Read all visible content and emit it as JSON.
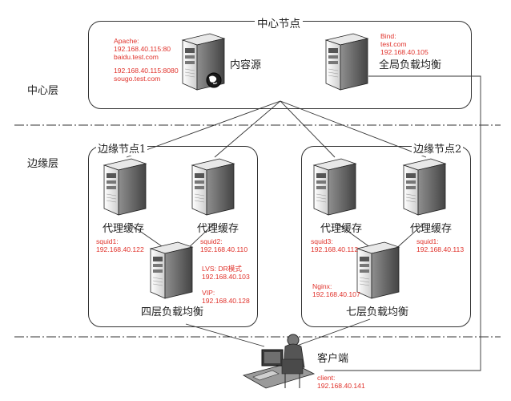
{
  "title": "中心节点",
  "layers": {
    "center": "中心层",
    "edge": "边缘层"
  },
  "center_node": {
    "apache": [
      "Apache:",
      "192.168.40.115:80",
      "baidu.test.com",
      "",
      "192.168.40.115:8080",
      "sougo.test.com"
    ],
    "content_source_label": "内容源",
    "bind": [
      "Bind:",
      "test.com",
      "192.168.40.105"
    ],
    "gslb_label": "全局负载均衡"
  },
  "edge_node_1": {
    "title": "边缘节点1",
    "cache_a_label": "代理缓存",
    "cache_b_label": "代理缓存",
    "squid1": [
      "squid1:",
      "192.168.40.122"
    ],
    "squid2": [
      "squid2:",
      "192.168.40.110"
    ],
    "lvs": [
      "LVS: DR模式",
      "192.168.40.103"
    ],
    "vip": [
      "VIP:",
      "192.168.40.128"
    ],
    "lb_label": "四层负载均衡"
  },
  "edge_node_2": {
    "title": "边缘节点2",
    "cache_a_label": "代理缓存",
    "cache_b_label": "代理缓存",
    "squid3": [
      "squid3:",
      "192.168.40.112"
    ],
    "squid1": [
      "squid1:",
      "192.168.40.113"
    ],
    "nginx": [
      "Nginx:",
      "192.168.40.107"
    ],
    "lb_label": "七层负载均衡"
  },
  "client": {
    "label": "客户端",
    "info": [
      "client:",
      "192.168.40.141"
    ]
  },
  "colors": {
    "annotation": "#e0322b",
    "line": "#333333"
  },
  "icons": [
    "server-tower-icon",
    "globe-icon",
    "client-computer-icon"
  ]
}
